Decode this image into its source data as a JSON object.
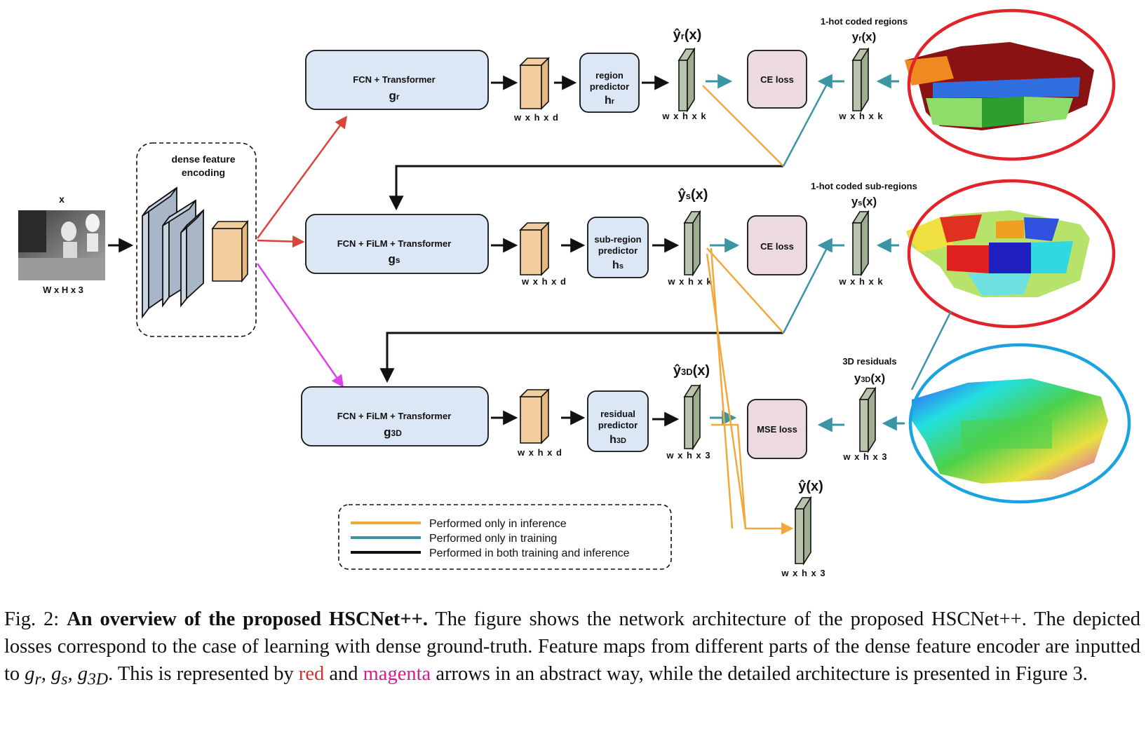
{
  "figure": {
    "input": {
      "top_label": "x",
      "dims": "W x H x 3"
    },
    "encoder": {
      "title_line1": "dense feature",
      "title_line2": "encoding"
    },
    "rows": [
      {
        "block_line1": "FCN + Transformer",
        "block_symbol": "g",
        "block_sub": "r",
        "feat_dims": "w x h x d",
        "pred_lines": [
          "region",
          "predictor"
        ],
        "pred_symbol": "h",
        "pred_sub": "r",
        "out_symbol": "ŷ",
        "out_sub": "r",
        "out_suffix": "(x)",
        "out_dims": "w x h x k",
        "loss": "CE loss",
        "gt_title": "1-hot coded regions",
        "gt_symbol": "y",
        "gt_sub": "r",
        "gt_suffix": "(x)",
        "gt_dims": "w x h x k"
      },
      {
        "block_line1": "FCN + FiLM + Transformer",
        "block_symbol": "g",
        "block_sub": "s",
        "feat_dims": "w x h x d",
        "pred_lines": [
          "sub-region",
          "predictor"
        ],
        "pred_symbol": "h",
        "pred_sub": "s",
        "out_symbol": "ŷ",
        "out_sub": "s",
        "out_suffix": "(x)",
        "out_dims": "w x h x k",
        "loss": "CE loss",
        "gt_title": "1-hot coded sub-regions",
        "gt_symbol": "y",
        "gt_sub": "s",
        "gt_suffix": "(x)",
        "gt_dims": "w x h x k"
      },
      {
        "block_line1": "FCN + FiLM + Transformer",
        "block_symbol": "g",
        "block_sub": "3D",
        "feat_dims": "w x h x d",
        "pred_lines": [
          "residual",
          "predictor"
        ],
        "pred_symbol": "h",
        "pred_sub": "3D",
        "out_symbol": "ŷ",
        "out_sub": "3D",
        "out_suffix": "(x)",
        "out_dims": "w x h x 3",
        "loss": "MSE loss",
        "gt_title": "3D residuals",
        "gt_symbol": "y",
        "gt_sub": "3D",
        "gt_suffix": "(x)",
        "gt_dims": "w x h x 3"
      }
    ],
    "final": {
      "symbol": "ŷ(x)",
      "dims": "w x h x 3"
    },
    "legend": [
      {
        "label": "Performed only in inference",
        "color": "#f2a93b"
      },
      {
        "label": "Performed only in training",
        "color": "#3a95a5"
      },
      {
        "label": "Performed in both training and inference",
        "color": "#111111"
      }
    ],
    "colors": {
      "block_fill": "#dbe7f5",
      "feature_fill": "#f2cd9d",
      "map_fill": "#b8c4ac",
      "loss_fill": "#ecd9e2",
      "red_arrow": "#d9453a",
      "magenta_arrow": "#e040e8",
      "red_circle": "#e3232a",
      "blue_circle": "#1aa3e0"
    }
  },
  "caption": {
    "prefix": "Fig. 2:",
    "bold": "An overview of the proposed HSCNet++.",
    "text1": "The figure shows the network architecture of the proposed HSCNet++. The depicted losses correspond to the case of learning with dense ground-truth. Feature maps from different parts of the dense feature encoder are inputted to",
    "math": "g_r, g_s, g_3D",
    "text2": ". This is represented by",
    "red_word": "red",
    "and_word": "and",
    "magenta_word": "magenta",
    "text3": "arrows in an abstract way, while the detailed architecture is presented in Figure 3."
  }
}
